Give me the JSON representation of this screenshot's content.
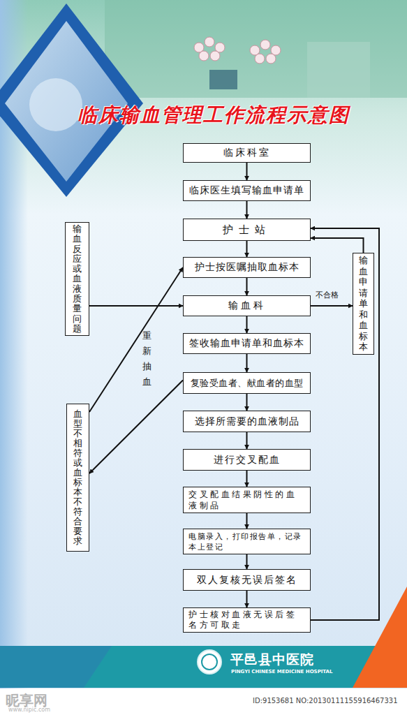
{
  "diagram": {
    "title": "临床输血管理工作流程示意图",
    "nodes": [
      {
        "text": [
          "临床科室"
        ]
      },
      {
        "text": [
          "临床医生填写输血申请单"
        ]
      },
      {
        "text": [
          "护士站"
        ]
      },
      {
        "text": [
          "护士按医嘱抽取血标本"
        ]
      },
      {
        "text": [
          "输血科"
        ]
      },
      {
        "text": [
          "签收输血申请单和血标本"
        ]
      },
      {
        "text": [
          "复验受血者、献血者的血型"
        ]
      },
      {
        "text": [
          "选择所需要的血液制品"
        ]
      },
      {
        "text": [
          "进行交叉配血"
        ]
      },
      {
        "text": [
          "交叉配血结果阴性的血液制品"
        ]
      },
      {
        "text": [
          "电脑录入，打印报告单，记录本上登记"
        ]
      },
      {
        "text": [
          "双人复核无误后签名"
        ]
      },
      {
        "text": [
          "护士核对血液无误后签名方可取走"
        ]
      },
      {
        "text": [
          "输血申请单和血标本"
        ]
      },
      {
        "text": [
          "输血反应或血液质量问题"
        ]
      },
      {
        "text": [
          "血型不相符或血标本不符合要求"
        ]
      }
    ],
    "edges": [
      {
        "from": 0,
        "to": 1,
        "arrow": "to"
      },
      {
        "from": 1,
        "to": 2,
        "arrow": "to"
      },
      {
        "from": 2,
        "to": 3,
        "arrow": "to"
      },
      {
        "from": 3,
        "to": 4,
        "arrow": "to"
      },
      {
        "from": 4,
        "to": 5,
        "arrow": "to"
      },
      {
        "from": 5,
        "to": 6,
        "arrow": "to"
      },
      {
        "from": 6,
        "to": 7,
        "arrow": "to"
      },
      {
        "from": 7,
        "to": 8,
        "arrow": "to"
      },
      {
        "from": 8,
        "to": 9,
        "arrow": "to"
      },
      {
        "from": 9,
        "to": 10,
        "arrow": "to"
      },
      {
        "from": 10,
        "to": 11,
        "arrow": "to"
      },
      {
        "from": 11,
        "to": 12,
        "arrow": "to"
      },
      {
        "from": 4,
        "to": 13,
        "label": "不合格",
        "arrow": "to"
      },
      {
        "from": 13,
        "to": 2,
        "arrow": "to"
      },
      {
        "from": 12,
        "to": 2,
        "arrow": "to"
      },
      {
        "from": 14,
        "to": 4,
        "arrow": "to"
      },
      {
        "from": 6,
        "to": 15,
        "arrow": "to"
      },
      {
        "from": 15,
        "to": 3,
        "label": "重新抽血",
        "arrow": "to"
      }
    ],
    "labels": [
      "平邑县中医院",
      "PINGYI CHINESE MEDICINE HOSPITAL",
      "昵享网",
      "www.nipic.com",
      "ID:9153681 NO:20130111155916467331"
    ]
  }
}
